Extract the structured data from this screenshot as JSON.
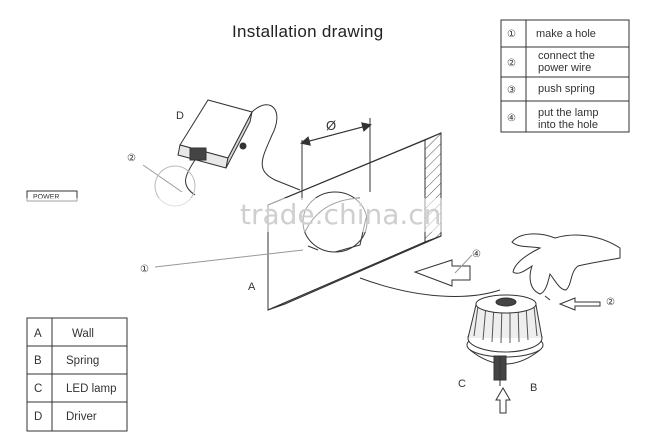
{
  "title": "Installation drawing",
  "steps": [
    {
      "num": "①",
      "lines": [
        "make a hole"
      ]
    },
    {
      "num": "②",
      "lines": [
        "connect the",
        "power wire"
      ]
    },
    {
      "num": "③",
      "lines": [
        "push spring"
      ]
    },
    {
      "num": "④",
      "lines": [
        "put the lamp",
        "into the hole"
      ]
    }
  ],
  "legend": [
    {
      "key": "A",
      "label": "Wall"
    },
    {
      "key": "B",
      "label": "Spring"
    },
    {
      "key": "C",
      "label": "LED lamp"
    },
    {
      "key": "D",
      "label": "Driver"
    }
  ],
  "callouts": {
    "driver": "D",
    "wall": "A",
    "lamp": "C",
    "spring": "B",
    "diameter": "Ø",
    "hole_step": "①",
    "wire_step": "②",
    "push_step": "②",
    "insert_step": "④"
  },
  "watermark": "trade.china.cn",
  "partial_box_label": "POWER",
  "colors": {
    "line": "#333333",
    "watermark": "#cfcfcf"
  }
}
